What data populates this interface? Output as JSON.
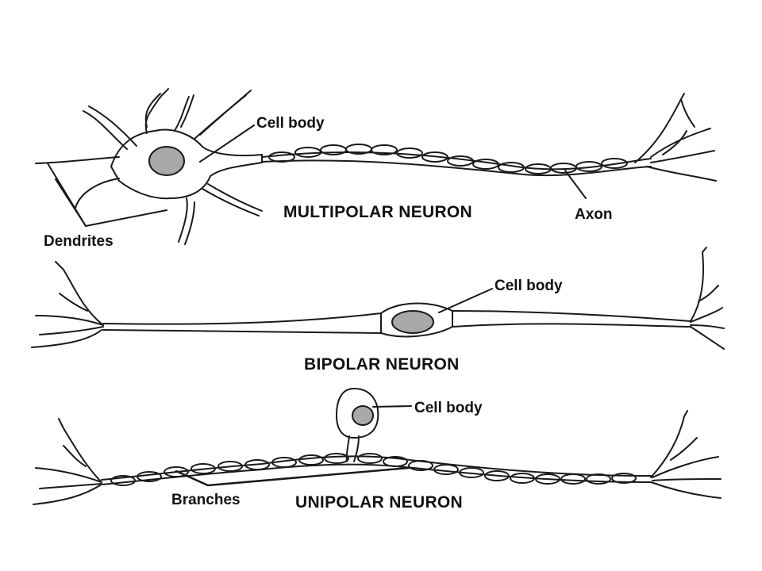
{
  "diagram": {
    "multipolar": {
      "title": "MULTIPOLAR NEURON",
      "cell_body_label": "Cell body",
      "axon_label": "Axon",
      "dendrites_label": "Dendrites"
    },
    "bipolar": {
      "title": "BIPOLAR NEURON",
      "cell_body_label": "Cell body"
    },
    "unipolar": {
      "title": "UNIPOLAR NEURON",
      "cell_body_label": "Cell body",
      "branches_label": "Branches"
    }
  },
  "colors": {
    "outline": "#1a1a1a",
    "nucleus": "#a9a9a9",
    "background": "#ffffff"
  }
}
